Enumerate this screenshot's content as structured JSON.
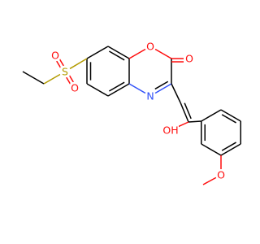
{
  "atoms": {
    "O1": {
      "symbol": "O",
      "color": "#ff0d0d"
    },
    "O2": {
      "symbol": "O",
      "color": "#ff0d0d"
    },
    "N": {
      "symbol": "N",
      "color": "#3050f8"
    },
    "S": {
      "symbol": "S",
      "color": "#b39b00"
    },
    "O3": {
      "symbol": "O",
      "color": "#ff0d0d"
    },
    "O4": {
      "symbol": "O",
      "color": "#ff0d0d"
    },
    "OH": {
      "symbol": "OH",
      "color": "#ff0d0d"
    },
    "O5": {
      "symbol": "O",
      "color": "#ff0d0d"
    }
  }
}
